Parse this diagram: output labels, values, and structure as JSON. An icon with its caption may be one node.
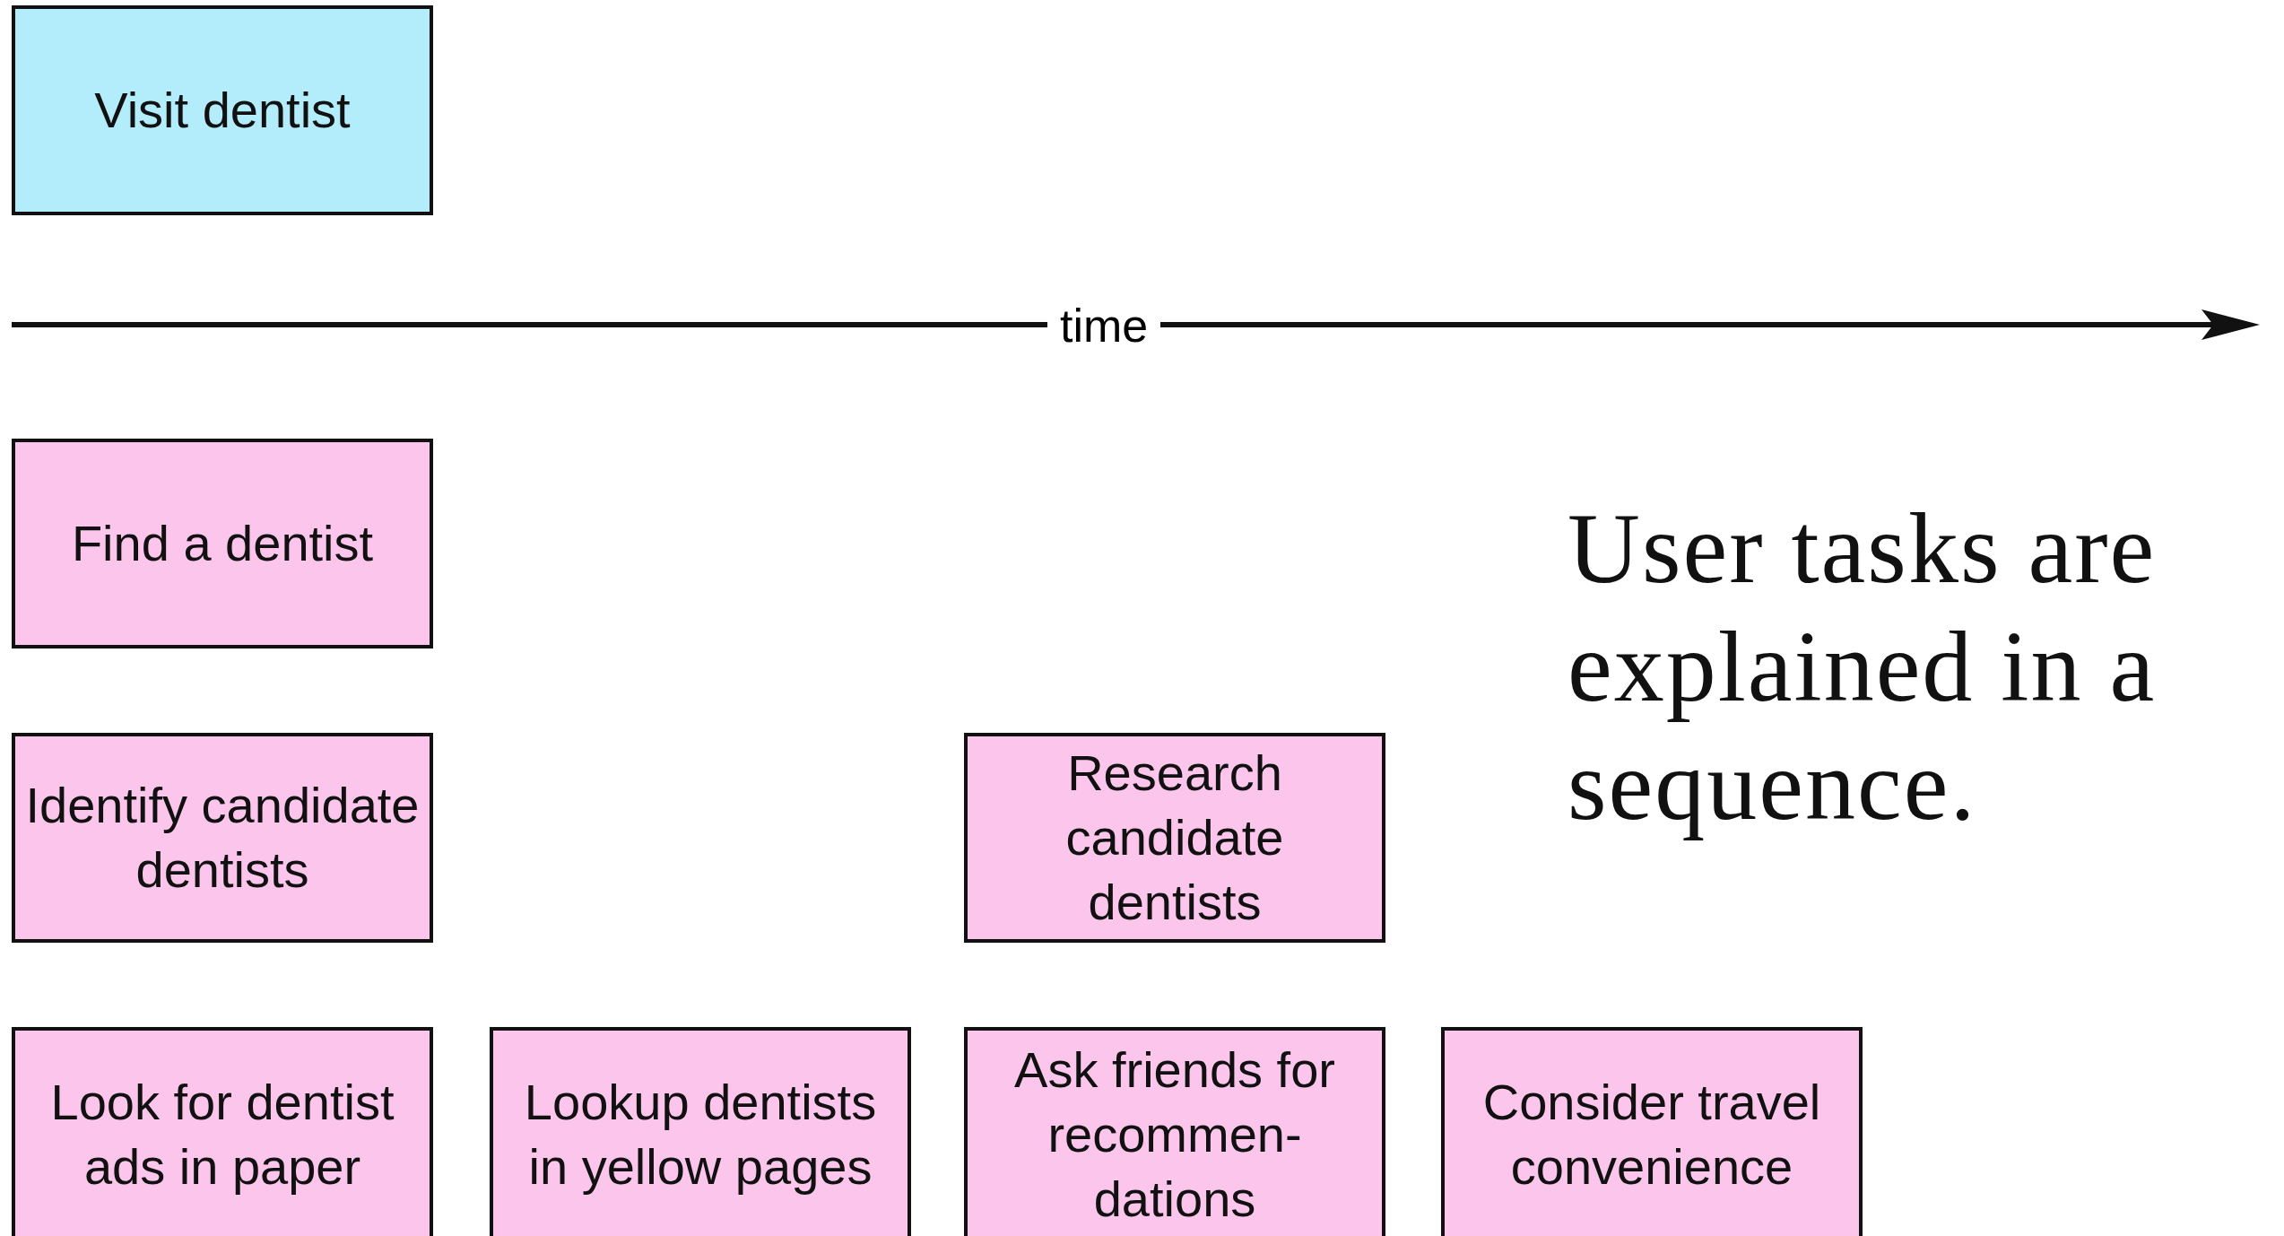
{
  "diagram": {
    "nodes": [
      {
        "text": [
          "Visit dentist"
        ]
      },
      {
        "text": [
          "Find a dentist"
        ]
      },
      {
        "text": [
          "Identify candidate dentists"
        ]
      },
      {
        "text": [
          "Research candidate dentists"
        ]
      },
      {
        "text": [
          "Look for dentist ads in paper"
        ]
      },
      {
        "text": [
          "Lookup dentists in yellow pages"
        ]
      },
      {
        "text": [
          "Ask friends for recommen-dations"
        ]
      },
      {
        "text": [
          "Consider travel convenience"
        ]
      }
    ],
    "labels": [
      "time",
      "User tasks are explained in a sequence."
    ]
  }
}
